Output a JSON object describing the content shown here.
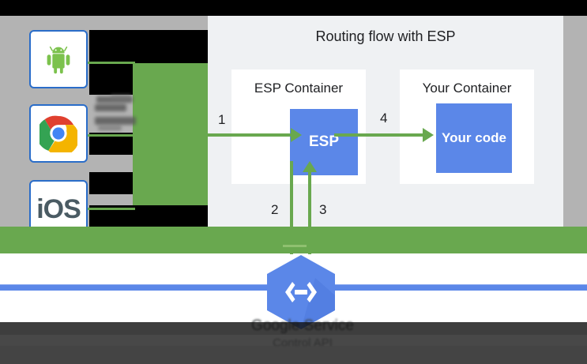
{
  "diagram": {
    "title": "Routing flow with ESP",
    "containers": [
      {
        "name": "esp",
        "title": "ESP Container",
        "box_label": "ESP"
      },
      {
        "name": "your",
        "title": "Your Container",
        "box_label_line1": "Your",
        "box_label_line2": "code"
      }
    ],
    "steps": [
      {
        "number": "1",
        "direction": "right"
      },
      {
        "number": "2",
        "direction": "down"
      },
      {
        "number": "3",
        "direction": "up"
      },
      {
        "number": "4",
        "direction": "right"
      }
    ]
  },
  "clients": [
    {
      "name": "android",
      "icon": "android-icon",
      "label": ""
    },
    {
      "name": "chrome",
      "icon": "chrome-icon",
      "label": ""
    },
    {
      "name": "ios",
      "icon": "ios-icon",
      "label": "iOS"
    }
  ],
  "logo": {
    "icon": "google-service-control-hexagon-icon",
    "glyph": "‹—›",
    "caption": "Google Service",
    "caption_sub": "Control API"
  },
  "colors": {
    "green": "#69a84f",
    "blue": "#5b87e8",
    "panel": "#eff1f3",
    "card_border": "#2a6dc9",
    "grey_band": "#b3b3b3",
    "text": "#202124"
  }
}
